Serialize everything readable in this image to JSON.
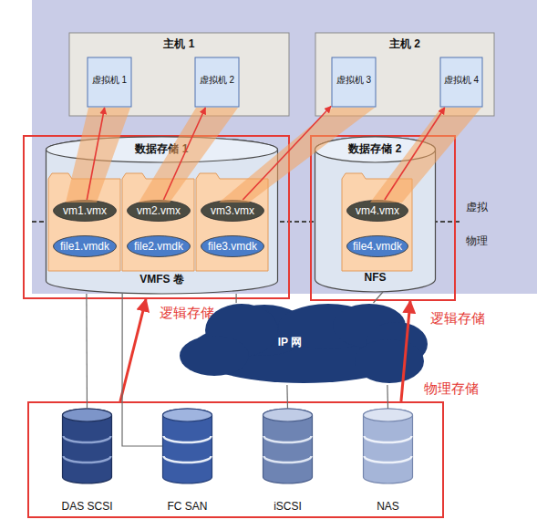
{
  "diagram": {
    "nodes": [
      {
        "text": [
          "主机 1"
        ]
      },
      {
        "text": [
          "虚拟机 1"
        ],
        "in": 0
      },
      {
        "text": [
          "虚拟机 2"
        ],
        "in": 0
      },
      {
        "text": [
          "主机 2"
        ]
      },
      {
        "text": [
          "虚拟机 3"
        ],
        "in": 3
      },
      {
        "text": [
          "虚拟机 4"
        ],
        "in": 3
      },
      {
        "text": [
          "逻辑存储"
        ]
      },
      {
        "text": [
          "数据存储 1",
          "VMFS 卷"
        ],
        "in": 6
      },
      {
        "text": [
          "vm1.vmx"
        ],
        "in": 7
      },
      {
        "text": [
          "file1.vmdk"
        ],
        "in": 7
      },
      {
        "text": [
          "vm2.vmx"
        ],
        "in": 7
      },
      {
        "text": [
          "file2.vmdk"
        ],
        "in": 7
      },
      {
        "text": [
          "vm3.vmx"
        ],
        "in": 7
      },
      {
        "text": [
          "file3.vmdk"
        ],
        "in": 7
      },
      {
        "text": [
          "逻辑存储"
        ]
      },
      {
        "text": [
          "数据存储 2",
          "NFS"
        ],
        "in": 14
      },
      {
        "text": [
          "vm4.vmx"
        ],
        "in": 15
      },
      {
        "text": [
          "file4.vmdk"
        ],
        "in": 15
      },
      {
        "text": [
          "IP 网"
        ]
      },
      {
        "text": [
          "物理存储"
        ]
      },
      {
        "text": [
          "DAS SCSI"
        ],
        "in": 19
      },
      {
        "text": [
          "FC SAN"
        ],
        "in": 19
      },
      {
        "text": [
          "iSCSI"
        ],
        "in": 19
      },
      {
        "text": [
          "NAS"
        ],
        "in": 19
      }
    ],
    "edges": [
      {
        "from": 8,
        "to": 1,
        "arrow": "to"
      },
      {
        "from": 10,
        "to": 2,
        "arrow": "to"
      },
      {
        "from": 12,
        "to": 4,
        "arrow": "to"
      },
      {
        "from": 16,
        "to": 5,
        "arrow": "to"
      },
      {
        "from": 19,
        "to": 6,
        "arrow": "to"
      },
      {
        "from": 19,
        "to": 14,
        "arrow": "to"
      },
      {
        "from": 7,
        "to": 20,
        "arrow": "none"
      },
      {
        "from": 7,
        "to": 21,
        "arrow": "none"
      },
      {
        "from": 7,
        "to": 18,
        "arrow": "none"
      },
      {
        "from": 18,
        "to": 22,
        "arrow": "none"
      },
      {
        "from": 18,
        "to": 23,
        "arrow": "none"
      },
      {
        "from": 15,
        "to": 18,
        "arrow": "none"
      }
    ],
    "labels": [
      "虚拟",
      "物理"
    ]
  }
}
